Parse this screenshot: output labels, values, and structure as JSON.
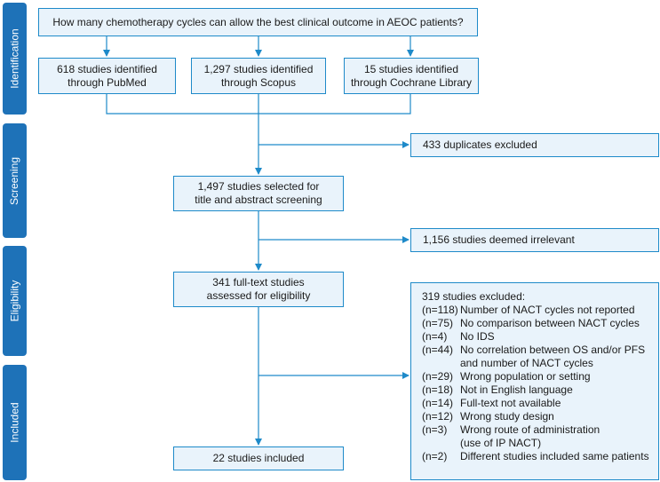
{
  "phases": [
    "Identification",
    "Screening",
    "Eligibility",
    "Included"
  ],
  "question": "How many chemotherapy cycles can allow the best clinical outcome in AEOC patients?",
  "sources": [
    "618 studies identified\nthrough PubMed",
    "1,297 studies identified\nthrough Scopus",
    "15 studies identified\nthrough Cochrane Library"
  ],
  "duplicates": "433 duplicates excluded",
  "screening": "1,497 studies selected for\ntitle and abstract screening",
  "irrelevant": "1,156 studies deemed irrelevant",
  "fulltext": "341 full-text studies\nassessed for eligibility",
  "included": "22 studies included",
  "exclusions": {
    "title": "319 studies excluded:",
    "items": [
      {
        "n": "(n=118)",
        "reason": "Number of NACT cycles not reported"
      },
      {
        "n": "(n=75)",
        "reason": "No comparison between NACT cycles"
      },
      {
        "n": "(n=4)",
        "reason": "No IDS"
      },
      {
        "n": "(n=44)",
        "reason": "No correlation between OS and/or PFS\nand number of NACT cycles"
      },
      {
        "n": "(n=29)",
        "reason": "Wrong population or setting"
      },
      {
        "n": "(n=18)",
        "reason": "Not in English language"
      },
      {
        "n": "(n=14)",
        "reason": "Full-text not available"
      },
      {
        "n": "(n=12)",
        "reason": "Wrong study design"
      },
      {
        "n": "(n=3)",
        "reason": "Wrong route of administration\n(use of IP NACT)"
      },
      {
        "n": "(n=2)",
        "reason": "Different studies included same patients"
      }
    ]
  },
  "colors": {
    "phase": "#1e72b8",
    "box_fill": "#e9f3fb",
    "box_border": "#1e8ac9",
    "arrow": "#1e8ac9"
  }
}
